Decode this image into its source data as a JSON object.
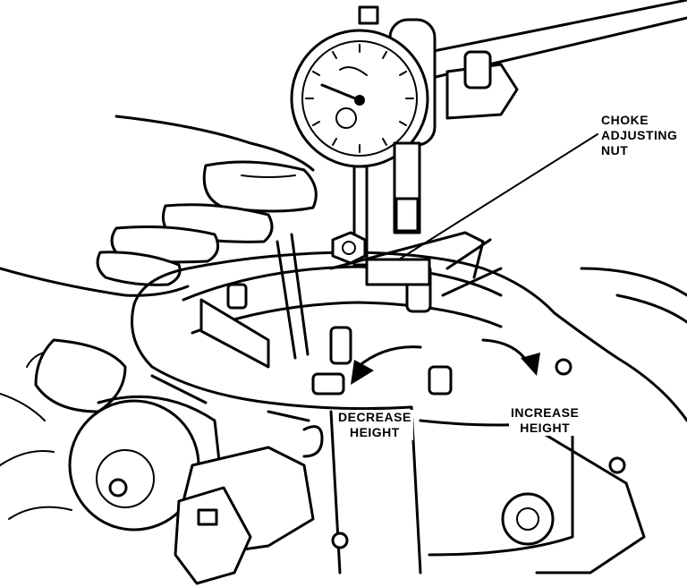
{
  "callouts": {
    "choke_adjusting_nut": [
      "CHOKE",
      "ADJUSTING",
      "NUT"
    ],
    "decrease_height": [
      "DECREASE",
      "HEIGHT"
    ],
    "increase_height": [
      "INCREASE",
      "HEIGHT"
    ]
  },
  "colors": {
    "ink": "#000000",
    "paper": "#ffffff"
  }
}
